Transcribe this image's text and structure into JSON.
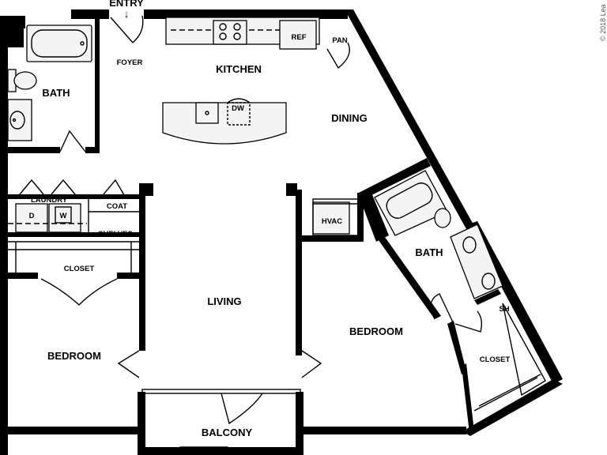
{
  "rooms": {
    "entry": "ENTRY",
    "foyer": "FOYER",
    "kitchen": "KITCHEN",
    "dining": "DINING",
    "bath_left": "BATH",
    "bath_right": "BATH",
    "laundry": "LAUNDRY",
    "coat": "COAT",
    "shelves": "SHELVES",
    "closet_left": "CLOSET",
    "closet_right": "CLOSET",
    "living": "LIVING",
    "bedroom_left": "BEDROOM",
    "bedroom_right": "BEDROOM",
    "balcony": "BALCONY",
    "hvac": "HVAC",
    "pan": "PAN",
    "ref": "REF",
    "dw": "DW",
    "dryer": "D",
    "washer": "W",
    "sh": "SH"
  },
  "copyright": "© 2018 Lea"
}
